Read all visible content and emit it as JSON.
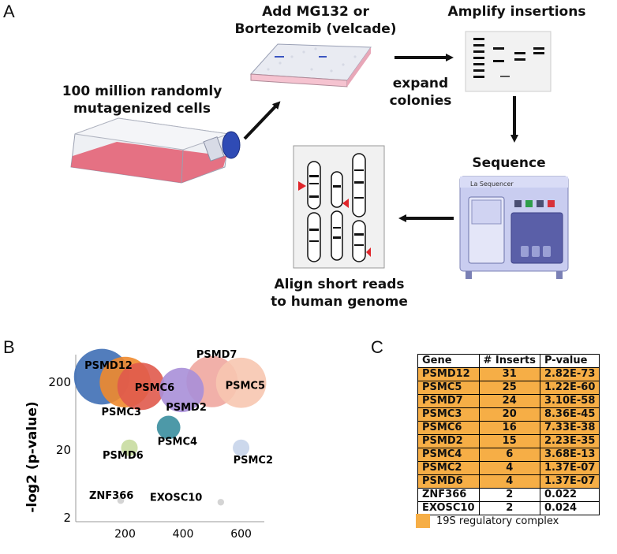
{
  "panels": {
    "a": "A",
    "b": "B",
    "c": "C"
  },
  "workflow": {
    "step_cells": "100 million randomly\nmutagenized cells",
    "step_add_line1": "Add MG132 or",
    "step_add_line2": "Bortezomib (velcade)",
    "step_amplify": "Amplify insertions",
    "step_expand_line1": "expand",
    "step_expand_line2": "colonies",
    "step_sequence": "Sequence",
    "sequencer_label": "La Sequencer",
    "step_align_line1": "Align short reads",
    "step_align_line2": "to human genome"
  },
  "chart_data": {
    "type": "scatter",
    "ylabel": "-log2 (p-value)",
    "yscale": "log",
    "xticks": [
      200,
      400,
      600
    ],
    "yticks": [
      2,
      20,
      200
    ],
    "points": [
      {
        "label": "PSMD12",
        "x": 120,
        "y": 236,
        "color": "#3f6fb5"
      },
      {
        "label": "PSMC3",
        "x": 200,
        "y": 196,
        "color": "#f08a2c"
      },
      {
        "label": "PSMC6",
        "x": 255,
        "y": 170,
        "color": "#e05a4d"
      },
      {
        "label": "PSMD7",
        "x": 500,
        "y": 200,
        "color": "#f0a7a0"
      },
      {
        "label": "PSMC5",
        "x": 600,
        "y": 192,
        "color": "#f7c6b0"
      },
      {
        "label": "PSMD2",
        "x": 395,
        "y": 150,
        "color": "#a98fd8"
      },
      {
        "label": "PSMC4",
        "x": 350,
        "y": 42,
        "color": "#3a8e9e"
      },
      {
        "label": "PSMD6",
        "x": 215,
        "y": 21,
        "color": "#c8dca0"
      },
      {
        "label": "PSMC2",
        "x": 600,
        "y": 21,
        "color": "#c6d4ea"
      },
      {
        "label": "ZNF366",
        "x": 185,
        "y": 3.5,
        "color": "#cfcfcf"
      },
      {
        "label": "EXOSC10",
        "x": 530,
        "y": 3.3,
        "color": "#cfcfcf"
      }
    ]
  },
  "table": {
    "headers": [
      "Gene",
      "# Inserts",
      "P-value"
    ],
    "rows": [
      {
        "gene": "PSMD12",
        "inserts": "31",
        "p": "2.82E-73",
        "hl": true
      },
      {
        "gene": "PSMC5",
        "inserts": "25",
        "p": "1.22E-60",
        "hl": true
      },
      {
        "gene": "PSMD7",
        "inserts": "24",
        "p": "3.10E-58",
        "hl": true
      },
      {
        "gene": "PSMC3",
        "inserts": "20",
        "p": "8.36E-45",
        "hl": true
      },
      {
        "gene": "PSMC6",
        "inserts": "16",
        "p": "7.33E-38",
        "hl": true
      },
      {
        "gene": "PSMD2",
        "inserts": "15",
        "p": "2.23E-35",
        "hl": true
      },
      {
        "gene": "PSMC4",
        "inserts": "6",
        "p": "3.68E-13",
        "hl": true
      },
      {
        "gene": "PSMC2",
        "inserts": "4",
        "p": "1.37E-07",
        "hl": true
      },
      {
        "gene": "PSMD6",
        "inserts": "4",
        "p": "1.37E-07",
        "hl": true
      },
      {
        "gene": "ZNF366",
        "inserts": "2",
        "p": "0.022",
        "hl": false
      },
      {
        "gene": "EXOSC10",
        "inserts": "2",
        "p": "0.024",
        "hl": false
      }
    ],
    "legend": "19S regulatory complex",
    "legend_color": "#f6ae46"
  }
}
